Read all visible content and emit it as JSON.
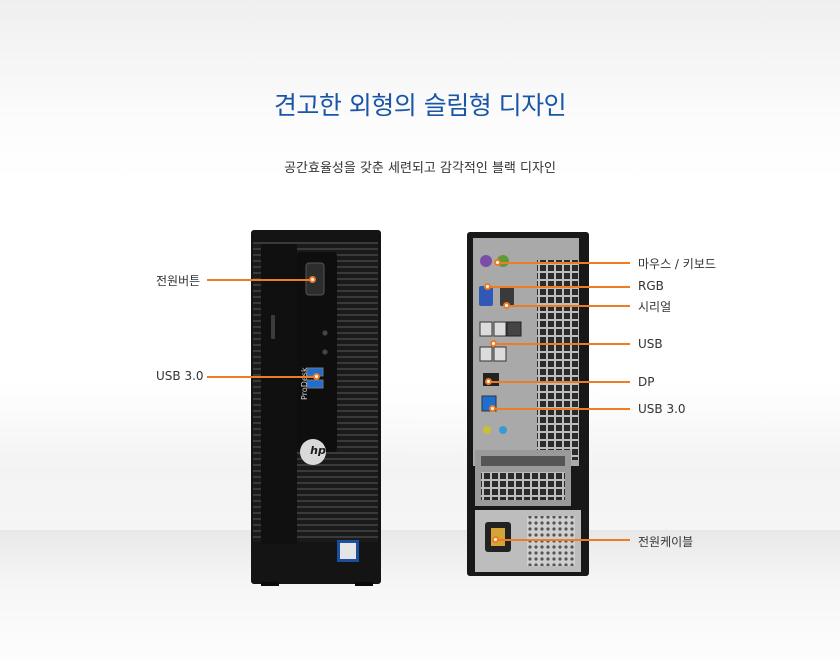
{
  "heading": {
    "title": "견고한 외형의 슬림형 디자인",
    "subtitle": "공간효율성을 갖춘 세련되고 감각적인 블랙 디자인"
  },
  "front_labels": {
    "power_button": "전원버튼",
    "usb30": "USB 3.0"
  },
  "rear_labels": {
    "mouse_keyboard": "마우스 / 키보드",
    "rgb": "RGB",
    "serial": "시리얼",
    "usb": "USB",
    "dp": "DP",
    "usb30": "USB 3.0",
    "power_cable": "전원케이블"
  },
  "product_marks": {
    "model": "ProDesk",
    "logo": "hp"
  },
  "colors": {
    "title": "#1a56a8",
    "accent": "#f07b22",
    "case": "#1b1b1b",
    "usb_blue": "#1f6fd0"
  }
}
